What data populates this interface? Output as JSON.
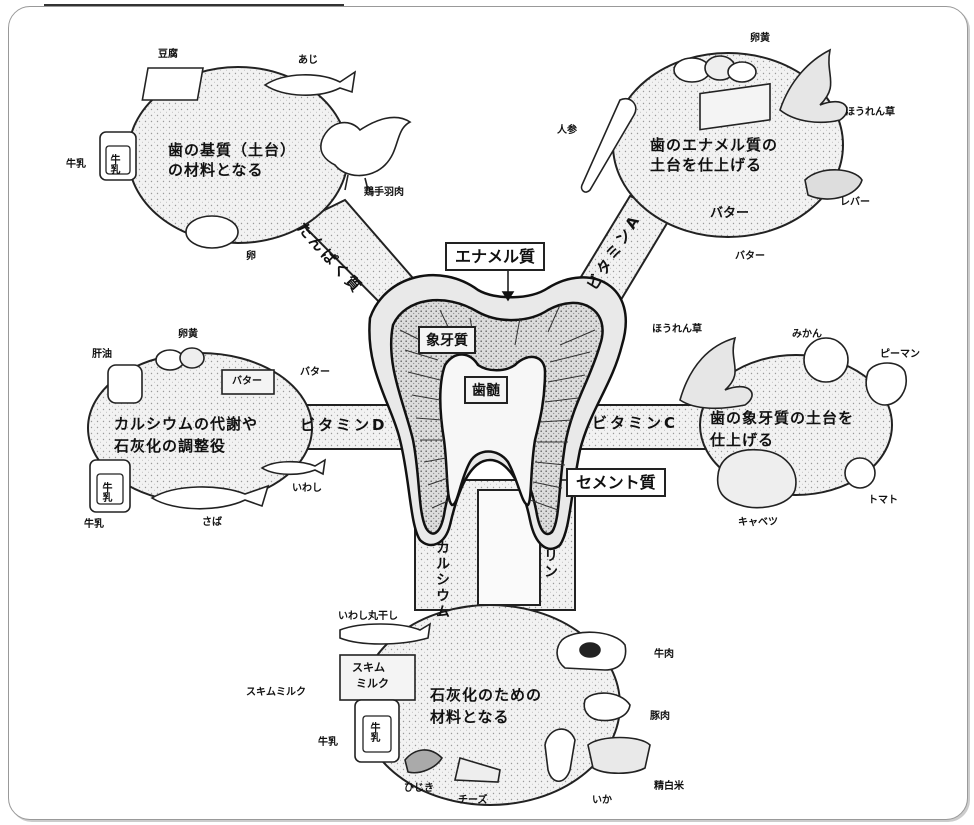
{
  "diagram": {
    "center": {
      "enamel": "エナメル質",
      "dentin": "象牙質",
      "pulp": "歯髄",
      "cementum": "セメント質"
    },
    "roads": {
      "protein": "たんぱく質",
      "vitamin_a": "ビタミンA",
      "vitamin_d": "ビタミンD",
      "vitamin_c": "ビタミンC",
      "calcium": "カルシウム",
      "phosphorus": "リン"
    },
    "top_left": {
      "text_line1": "歯の基質（土台）",
      "text_line2": "の材料となる",
      "foods": [
        "豆腐",
        "あじ",
        "牛乳",
        "鶏手羽肉",
        "卵"
      ]
    },
    "top_right": {
      "text_line1": "歯のエナメル質の",
      "text_line2": "土台を仕上げる",
      "foods": [
        "卵黄",
        "ほうれん草",
        "人参",
        "レバー",
        "バター"
      ],
      "butter_mark": "バター"
    },
    "middle_left": {
      "text_line1": "カルシウムの代謝や",
      "text_line2": "石灰化の調整役",
      "foods": [
        "卵黄",
        "肝油",
        "バター",
        "いわし",
        "牛乳",
        "さば"
      ],
      "butter_mark": "バター"
    },
    "middle_right": {
      "text_line1": "歯の象牙質の土台を",
      "text_line2": "仕上げる",
      "foods": [
        "ほうれん草",
        "みかん",
        "ピーマン",
        "キャベツ",
        "トマト"
      ]
    },
    "bottom": {
      "text_line1": "石灰化のための",
      "text_line2": "材料となる",
      "foods": [
        "いわし丸干し",
        "スキムミルク",
        "牛乳",
        "牛肉",
        "豚肉",
        "精白米",
        "ひじき",
        "チーズ",
        "いか"
      ],
      "skim_mark_1": "スキム",
      "skim_mark_2": "ミルク"
    },
    "milk_mark": "牛乳"
  }
}
